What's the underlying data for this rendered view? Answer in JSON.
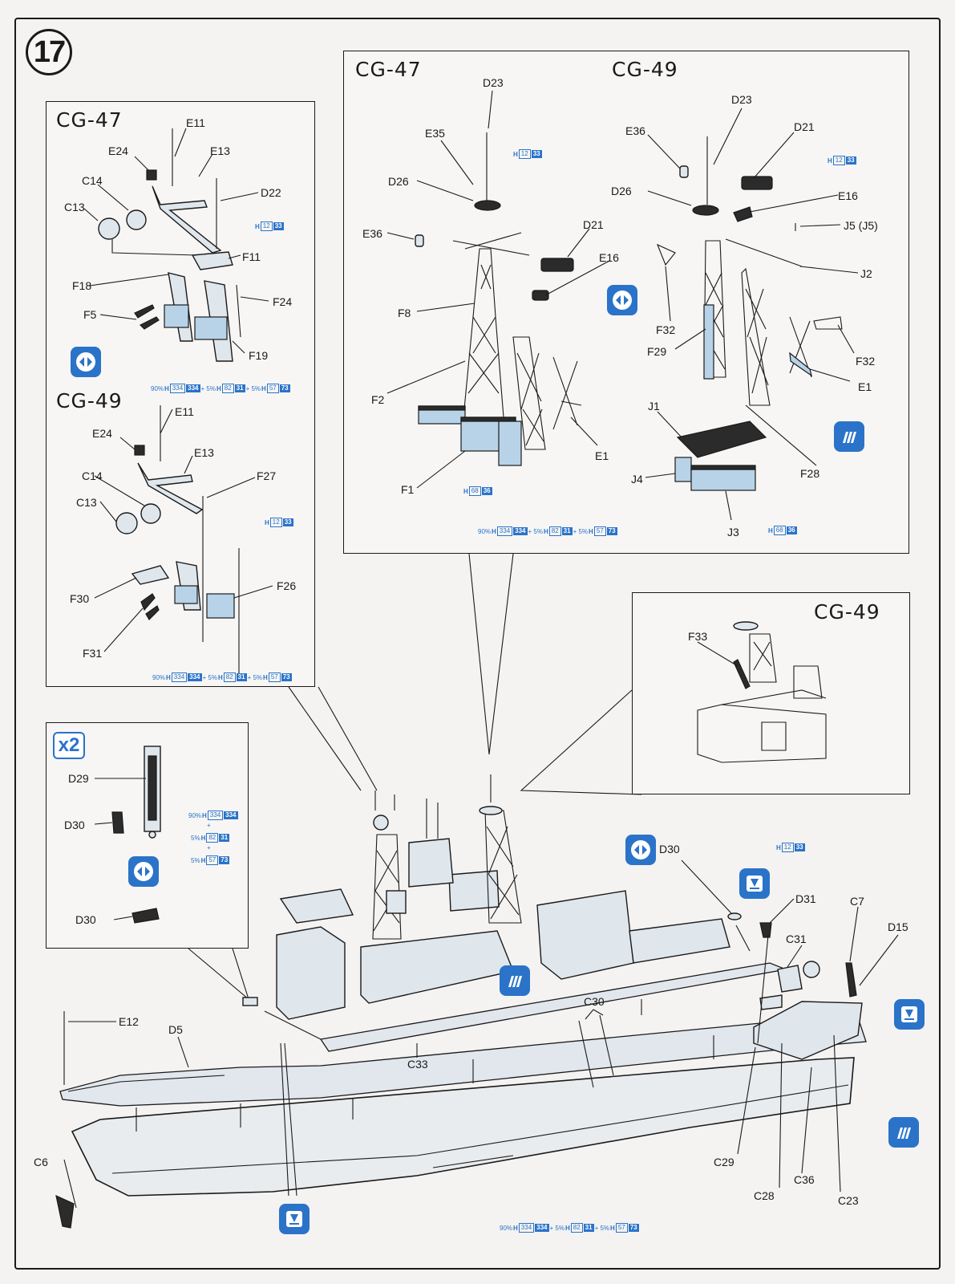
{
  "step": {
    "number": "17"
  },
  "panels": {
    "left_top_title": "CG-47",
    "left_mid_title": "CG-49",
    "center_left_title": "CG-47",
    "center_right_title": "CG-49",
    "inset_title": "CG-49",
    "multiplier": "x2"
  },
  "labels": {
    "lt_e11": "E11",
    "lt_e24": "E24",
    "lt_e13": "E13",
    "lt_c14": "C14",
    "lt_d22": "D22",
    "lt_c13": "C13",
    "lt_f11": "F11",
    "lt_f18": "F18",
    "lt_f24": "F24",
    "lt_f5": "F5",
    "lt_f19": "F19",
    "lm_e11": "E11",
    "lm_e24": "E24",
    "lm_e13": "E13",
    "lm_c14": "C14",
    "lm_f27": "F27",
    "lm_c13": "C13",
    "lm_f30": "F30",
    "lm_f26": "F26",
    "lm_f31": "F31",
    "cl_d23": "D23",
    "cl_e35": "E35",
    "cl_d26": "D26",
    "cl_e36": "E36",
    "cl_d21": "D21",
    "cl_e16": "E16",
    "cl_f8": "F8",
    "cl_f2": "F2",
    "cl_e1": "E1",
    "cl_f1": "F1",
    "cr_d23": "D23",
    "cr_e36": "E36",
    "cr_d21": "D21",
    "cr_d26": "D26",
    "cr_e16": "E16",
    "cr_j5": "J5 (J5)",
    "cr_j2": "J2",
    "cr_f32a": "F32",
    "cr_f29": "F29",
    "cr_f32b": "F32",
    "cr_e1": "E1",
    "cr_j1": "J1",
    "cr_j4": "J4",
    "cr_f28": "F28",
    "cr_j3": "J3",
    "in_f33": "F33",
    "bl_d29": "D29",
    "bl_d30a": "D30",
    "bl_d30b": "D30",
    "sh_d30": "D30",
    "sh_d31": "D31",
    "sh_c31": "C31",
    "sh_c7": "C7",
    "sh_d15": "D15",
    "sh_e12": "E12",
    "sh_d5": "D5",
    "sh_c30": "C30",
    "sh_c33": "C33",
    "sh_c6": "C6",
    "sh_c29": "C29",
    "sh_c36": "C36",
    "sh_c28": "C28",
    "sh_c23": "C23"
  },
  "paint": {
    "h": "H",
    "c12": "12",
    "c33": "33",
    "c68": "68",
    "c36": "36",
    "p90": "90%",
    "p5": "5%",
    "c334": "334",
    "c82": "82",
    "c31": "31",
    "c57": "57",
    "c73": "73",
    "plus": "+",
    "plus5": "+ 5%"
  },
  "colors": {
    "accent": "#2a73c9",
    "ink": "#1a1a1a",
    "paper": "#f4f3f1"
  },
  "icons": [
    "reversible-icon",
    "paint-stripes-icon",
    "glue-drop-icon"
  ]
}
